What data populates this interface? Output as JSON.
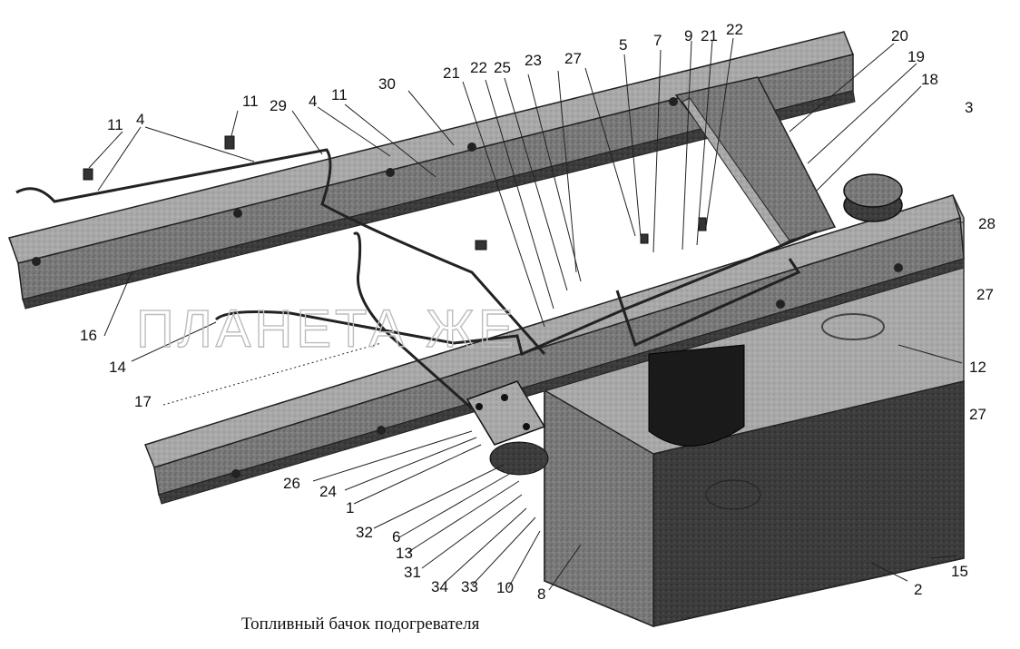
{
  "caption": "Топливный бачок подогревателя",
  "watermark": "ПЛАНЕТА ЖЕ",
  "callouts": [
    {
      "id": "c1",
      "text": "11"
    },
    {
      "id": "c2",
      "text": "4"
    },
    {
      "id": "c3",
      "text": "11"
    },
    {
      "id": "c4",
      "text": "29"
    },
    {
      "id": "c5",
      "text": "4"
    },
    {
      "id": "c6",
      "text": "11"
    },
    {
      "id": "c7",
      "text": "30"
    },
    {
      "id": "c8",
      "text": "21"
    },
    {
      "id": "c9",
      "text": "22"
    },
    {
      "id": "c10",
      "text": "25"
    },
    {
      "id": "c11",
      "text": "23"
    },
    {
      "id": "c12",
      "text": "27"
    },
    {
      "id": "c13",
      "text": "5"
    },
    {
      "id": "c14",
      "text": "7"
    },
    {
      "id": "c15",
      "text": "9"
    },
    {
      "id": "c16",
      "text": "21"
    },
    {
      "id": "c17",
      "text": "22"
    },
    {
      "id": "c18",
      "text": "20"
    },
    {
      "id": "c19",
      "text": "19"
    },
    {
      "id": "c20",
      "text": "18"
    },
    {
      "id": "c21",
      "text": "3"
    },
    {
      "id": "c22",
      "text": "28"
    },
    {
      "id": "c23",
      "text": "27"
    },
    {
      "id": "c24",
      "text": "12"
    },
    {
      "id": "c25",
      "text": "27"
    },
    {
      "id": "c26",
      "text": "15"
    },
    {
      "id": "c27",
      "text": "2"
    },
    {
      "id": "c28",
      "text": "16"
    },
    {
      "id": "c29",
      "text": "14"
    },
    {
      "id": "c30",
      "text": "17"
    },
    {
      "id": "c31",
      "text": "26"
    },
    {
      "id": "c32",
      "text": "24"
    },
    {
      "id": "c33",
      "text": "1"
    },
    {
      "id": "c34",
      "text": "32"
    },
    {
      "id": "c35",
      "text": "6"
    },
    {
      "id": "c36",
      "text": "13"
    },
    {
      "id": "c37",
      "text": "31"
    },
    {
      "id": "c38",
      "text": "34"
    },
    {
      "id": "c39",
      "text": "33"
    },
    {
      "id": "c40",
      "text": "10"
    },
    {
      "id": "c41",
      "text": "8"
    }
  ]
}
